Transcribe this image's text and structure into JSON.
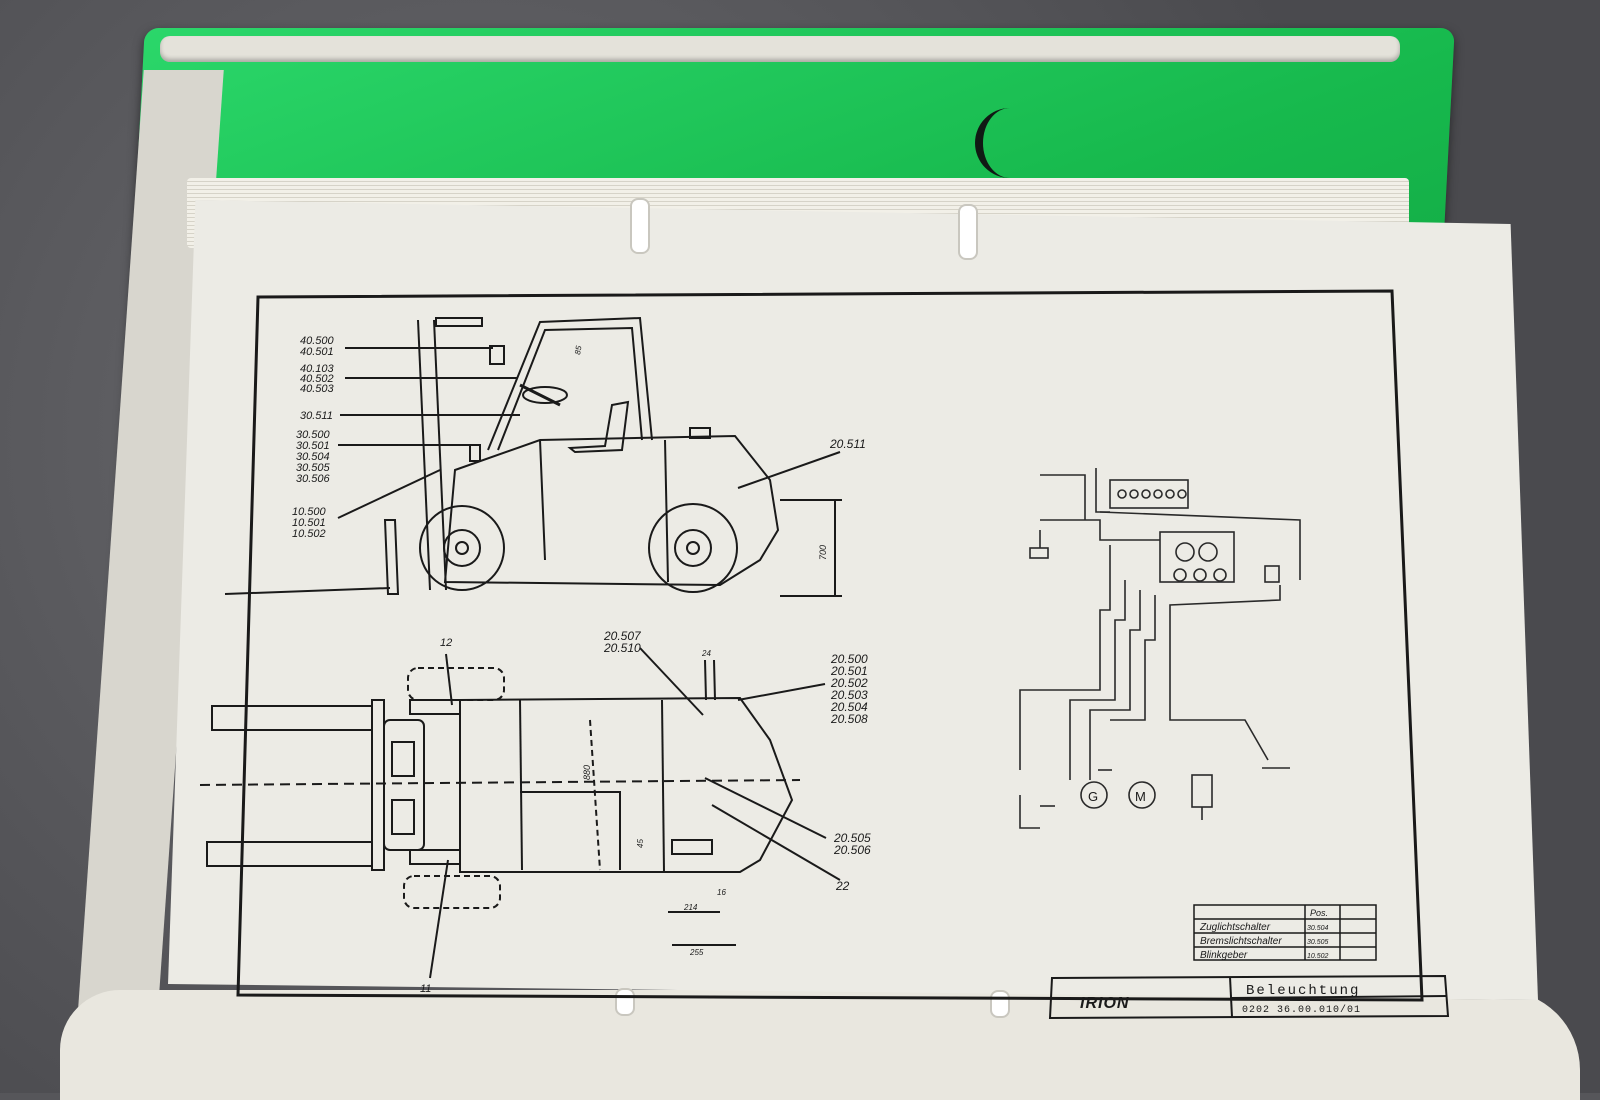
{
  "side_view": {
    "labels_group_1": [
      "40.500",
      "40.501"
    ],
    "labels_group_2": [
      "40.103",
      "40.502",
      "40.503"
    ],
    "label_3": "30.511",
    "labels_group_4": [
      "30.500",
      "30.501",
      "30.504",
      "30.505",
      "30.506"
    ],
    "labels_group_5": [
      "10.500",
      "10.501",
      "10.502"
    ],
    "label_right": "20.511",
    "dim_height": "700",
    "dim_mast": "85"
  },
  "top_view": {
    "label_12": "12",
    "label_11": "11",
    "label_22": "22",
    "labels_top": [
      "20.507",
      "20.510"
    ],
    "labels_right_group": [
      "20.500",
      "20.501",
      "20.502",
      "20.503",
      "20.504",
      "20.508"
    ],
    "labels_right_lower": [
      "20.505",
      "20.506"
    ],
    "dim_24": "24",
    "dim_880": "880",
    "dim_45": "45",
    "dim_214": "214",
    "dim_16": "16",
    "dim_255": "255"
  },
  "parts_table": {
    "header": "Pos.",
    "rows": [
      {
        "name": "Zuglichtschalter",
        "pos": "30.504"
      },
      {
        "name": "Bremslichtschalter",
        "pos": "30.505"
      },
      {
        "name": "Blinkgeber",
        "pos": "10.502"
      }
    ]
  },
  "title_block": {
    "brand": "IRION",
    "title": "Beleuchtung",
    "number": "0202 36.00.010/01"
  },
  "colors": {
    "binder_green": "#17b94d",
    "paper": "#ecebe5",
    "ink": "#1a1a1a"
  }
}
